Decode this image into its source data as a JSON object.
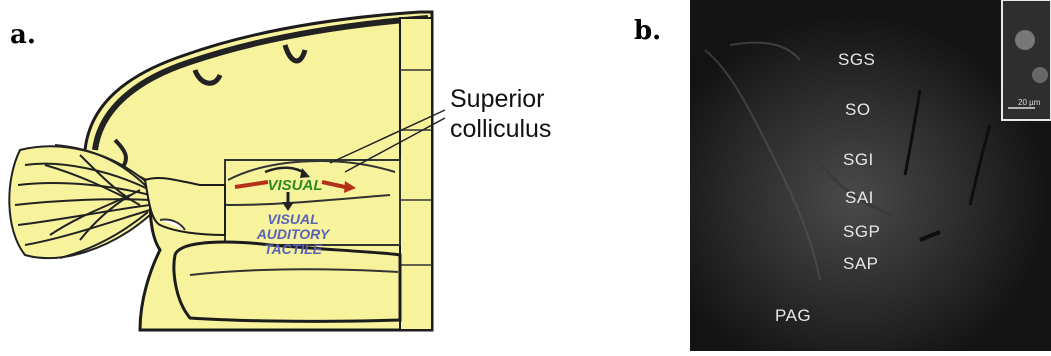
{
  "panel_a": {
    "label": "a.",
    "callout_line1": "Superior",
    "callout_line2": "colliculus",
    "visual_top": "VISUAL",
    "lower_line1": "VISUAL",
    "lower_line2": "AUDITORY",
    "lower_line3": "TACTILE",
    "colors": {
      "brain_fill": "#f7f39d",
      "outline": "#1c1c1c",
      "visual_green": "#2f8a1f",
      "arrow_red": "#b5301b",
      "lower_blue": "#5a62b8"
    }
  },
  "panel_b": {
    "label": "b.",
    "layers": [
      "SGS",
      "SO",
      "SGI",
      "SAI",
      "SGP",
      "SAP",
      "PAG"
    ],
    "inset_scale": "20 µm",
    "colors": {
      "background": "#161616",
      "text": "#e6e6e6"
    }
  }
}
